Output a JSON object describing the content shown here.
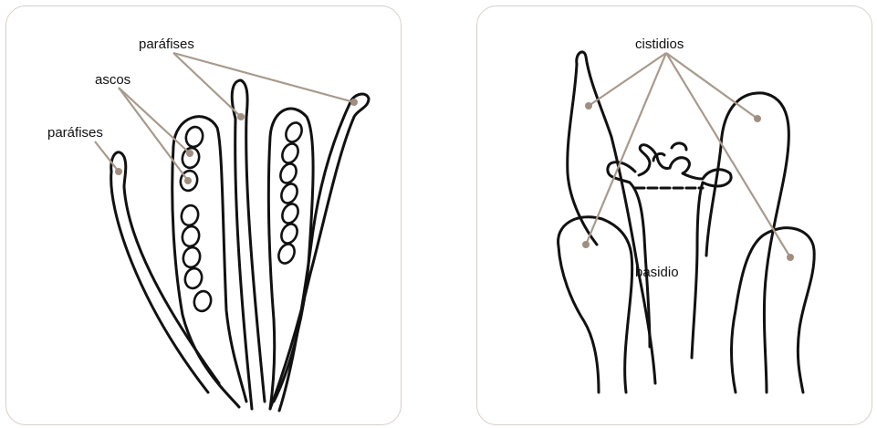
{
  "left_panel": {
    "labels": {
      "paraphyses_top": "paráfises",
      "asci": "ascos",
      "paraphyses_left": "paráfises"
    }
  },
  "right_panel": {
    "labels": {
      "cystidia": "cistidios",
      "basidium": "basidio"
    }
  },
  "colors": {
    "leader_line": "#a89a8c",
    "leader_dot": "#a08f80",
    "outline": "#111111",
    "panel_border": "#d8cfc8"
  }
}
